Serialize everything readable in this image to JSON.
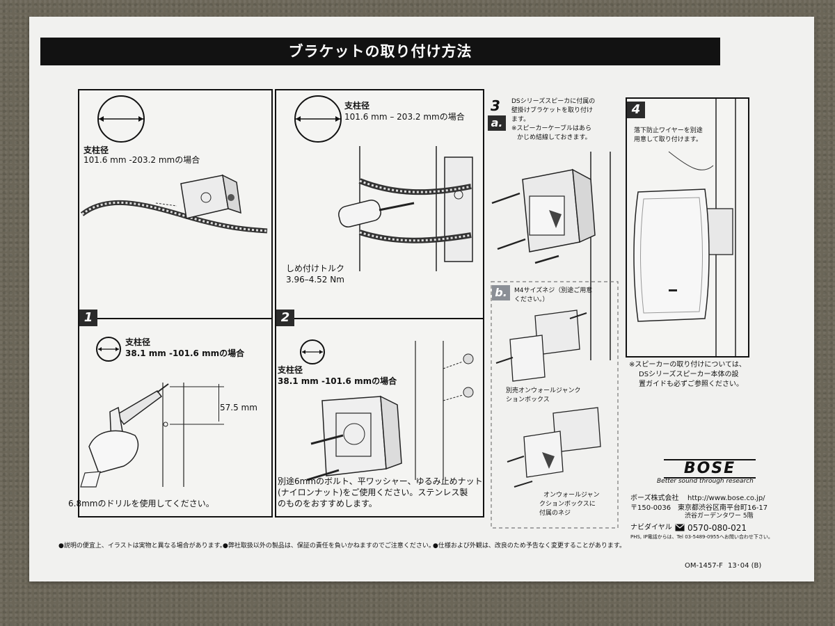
{
  "header": {
    "title": "ブラケットの取り付け方法"
  },
  "panel1": {
    "diameter_label": "支柱径",
    "diameter_range": "101.6 mm -203.2 mmの場合",
    "step_number": "1",
    "step_diameter_label": "支柱径",
    "step_diameter_range": "38.1 mm -101.6 mmの場合",
    "dimension": "57.5 mm",
    "caption": "6.8mmのドリルを使用してください。"
  },
  "panel2": {
    "diameter_label": "支柱径",
    "diameter_range": "101.6 mm – 203.2 mmの場合",
    "torque_label": "しめ付けトルク",
    "torque_value": "3.96–4.52 Nm",
    "step_number": "2",
    "step_diameter_label": "支柱径",
    "step_diameter_range": "38.1 mm -101.6 mmの場合",
    "caption_1": "別途6mmのボルト、平ワッシャー、ゆるみ止めナット",
    "caption_2": "(ナイロンナット)をご使用ください。ステンレス製",
    "caption_3": "のものをおすすめします。"
  },
  "panel3": {
    "step_number": "3",
    "sub_a": "a.",
    "text_a_1": "DSシリーズスピーカに付属の",
    "text_a_2": "壁掛けブラケットを取り付け",
    "text_a_3": "ます。",
    "text_a_4": "※スピーカーケーブルはあら",
    "text_a_5": "かじめ結線しておきます。",
    "sub_b": "b.",
    "text_b_1": "M4サイズネジ（別途ご用意",
    "text_b_2": "ください。）",
    "junction_1": "別売オンウォールジャンク",
    "junction_2": "ションボックス",
    "screw_1": "オンウォールジャン",
    "screw_2": "クションボックスに",
    "screw_3": "付属のネジ"
  },
  "panel4": {
    "step_number": "4",
    "wire_1": "落下防止ワイヤーを別途",
    "wire_2": "用意して取り付けます。",
    "note_1": "※スピーカーの取り付けについては、",
    "note_2": "DSシリーズスピーカー本体の設",
    "note_3": "置ガイドも必ずご参照ください。"
  },
  "brand": {
    "logo": "BOSE",
    "tagline": "Better sound through research"
  },
  "company": {
    "name": "ボーズ株式会社",
    "url": "http://www.bose.co.jp/",
    "postal": "〒150-0036",
    "address_1": "東京都渋谷区南平台町16-17",
    "address_2": "渋谷ガーデンタワー 5階",
    "navi_label": "ナビダイヤル",
    "navi_number": "0570-080-021",
    "phs_note": "PHS, IP電話からは、Tel 03-5489-0955へお問い合わせ下さい。"
  },
  "footer": {
    "note_1": "●説明の便宜上、イラストは実物と異なる場合があります。",
    "note_2": "●弊社取扱以外の製品は、保証の責任を負いかねますのでご注意ください。",
    "note_3": "●仕様および外観は、改良のため予告なく変更することがあります。",
    "doc_code": "OM-1457-F",
    "doc_date": "13･04 (B)"
  },
  "colors": {
    "paper": "#f1f1ef",
    "title_bar": "#121212",
    "ink": "#111111",
    "step_b": "#8b8f96"
  }
}
